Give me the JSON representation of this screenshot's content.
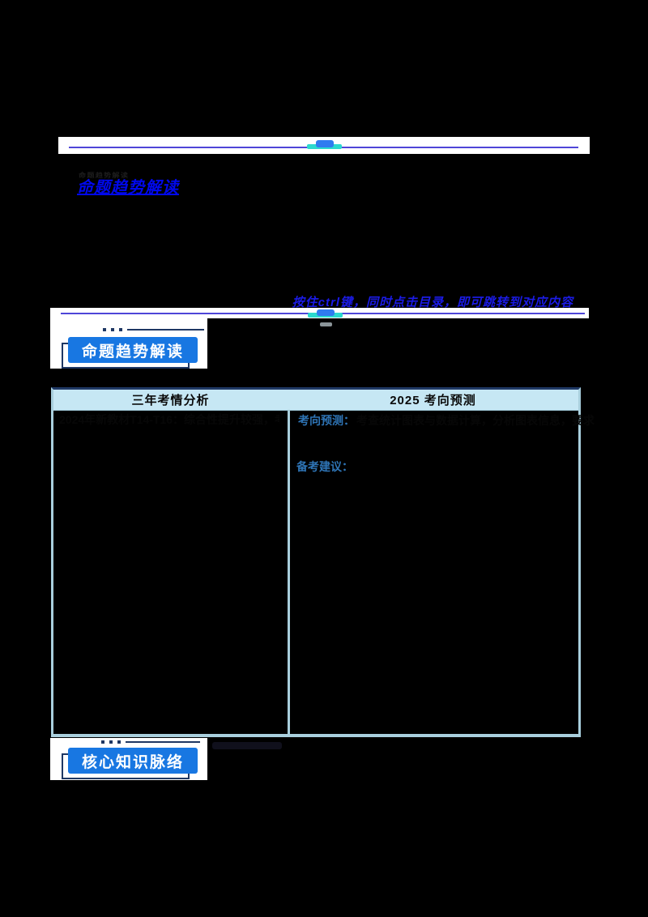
{
  "colors": {
    "page_bg": "#000000",
    "badge_blue": "#1877E2",
    "badge_outline_navy": "#1F3864",
    "divider_purple": "#4F46D8",
    "emblem_cyan": "#2BD9CE",
    "emblem_blue": "#2F7BF0",
    "link_blue": "#0008EE",
    "instruction_blue": "#1b1be6",
    "table_header_bg": "#C6E7F4",
    "table_border": "#A9CFDD",
    "right_label_blue": "#2E74B5"
  },
  "toc": {
    "link_text": "命题趋势解读"
  },
  "instruction": {
    "text": "按住ctrl键，同时点击目录，即可跳转到对应内容"
  },
  "badges": {
    "trend": {
      "label": "命题趋势解读"
    },
    "core": {
      "label": "核心知识脉络"
    }
  },
  "table": {
    "headers": [
      {
        "label": "三年考情分析"
      },
      {
        "label": "2025 考向预测"
      }
    ],
    "left_col": {
      "line1": "2024年新教材T14-T16：综合性提升较强，考查"
    },
    "right_col": {
      "label1": "考向预测：",
      "line1": "考查统计图表与数据计算，分析图表信息，要求",
      "label2": "备考建议："
    }
  }
}
